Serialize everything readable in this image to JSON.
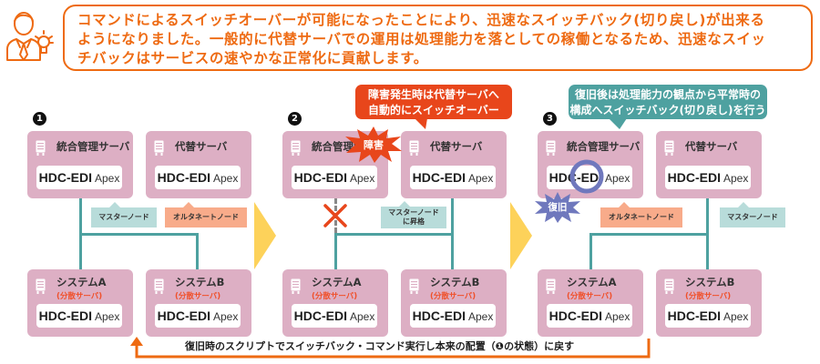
{
  "intro": {
    "icon": "person-with-lightbulb-icon",
    "lines": [
      "コマンドによるスイッチオーバーが可能になったことにより、迅速なスイッチバック(切り戻し)が出来る",
      "ようになりました。一般的に代替サーバでの運用は処理能力を落としての稼働となるため、迅速なスイッ",
      "チバックはサービスの速やかな正常化に貢献します。"
    ]
  },
  "colors": {
    "accent_orange": "#ee6a12",
    "server_pink": "#ddafc4",
    "line_teal": "#4ea1a0",
    "master_tag": "#b8dcda",
    "alternate_tag": "#f8ab8a",
    "arrow_yellow": "#fdd25a",
    "failure_red": "#e8461b",
    "recovery_blue": "#6f78bd"
  },
  "product": {
    "name": "HDC-EDI",
    "suffix": "Apex"
  },
  "servers": {
    "main": "統合管理サーバ",
    "alternate": "代替サーバ",
    "system_a": "システムA",
    "system_b": "システムB",
    "distributed": "(分散サーバ)"
  },
  "tags": {
    "master": "マスターノード",
    "alternate": "オルタネートノード",
    "promoted_line1": "マスターノード",
    "promoted_line2": "に昇格"
  },
  "steps": [
    {
      "number": "1"
    },
    {
      "number": "2",
      "callout": [
        "障害発生時は代替サーバへ",
        "自動的にスイッチオーバー"
      ],
      "burst": "障害"
    },
    {
      "number": "3",
      "callout": [
        "復旧後は処理能力の観点から平常時の",
        "構成へスイッチバック(切り戻し)を行う"
      ],
      "burst": "復旧"
    }
  ],
  "footer": {
    "text": "復旧時のスクリプトでスイッチバック・コマンド実行し本来の配置（❶の状態）に戻す"
  }
}
